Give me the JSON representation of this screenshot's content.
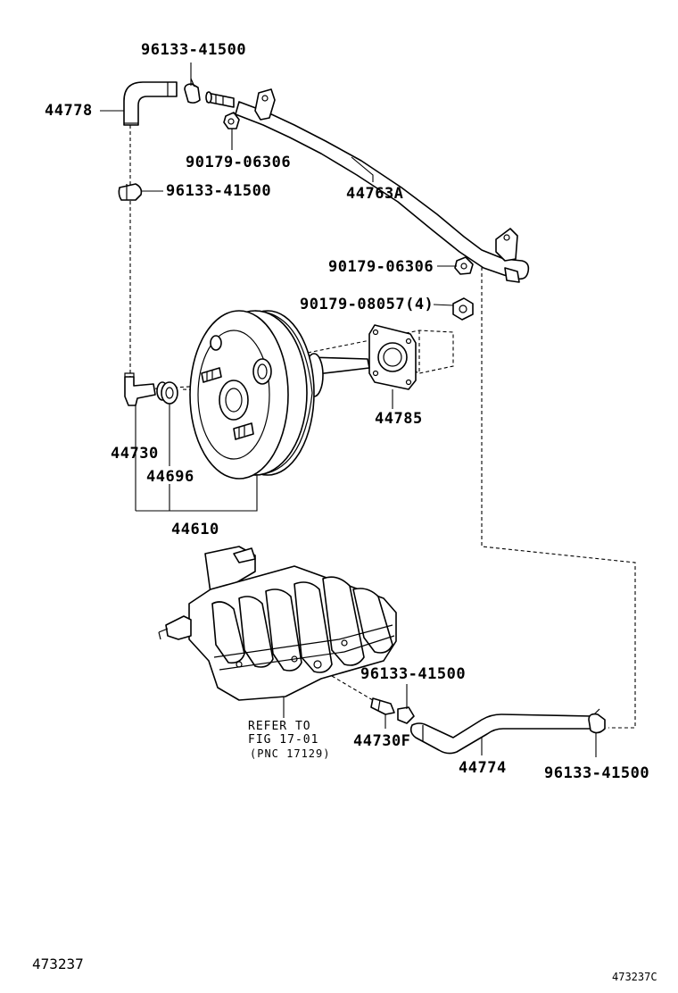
{
  "diagram": {
    "labels": {
      "clamp_top": "96133-41500",
      "hose_44778": "44778",
      "clip_90179_top": "90179-06306",
      "clamp_mid": "96133-41500",
      "pipe_44763a": "44763A",
      "clip_90179_mid": "90179-06306",
      "nut_90179": "90179-08057(4)",
      "gasket_44785": "44785",
      "valve_44730": "44730",
      "grommet_44696": "44696",
      "booster_44610": "44610",
      "clamp_low": "96133-41500",
      "union_44730f": "44730F",
      "hose_44774": "44774",
      "clamp_bottom": "96133-41500"
    },
    "refer_note": {
      "line1": "REFER TO",
      "line2": "FIG 17-01",
      "line3": "(PNC 17129)"
    },
    "footer": {
      "left_code": "473237",
      "right_code": "473237C"
    }
  }
}
